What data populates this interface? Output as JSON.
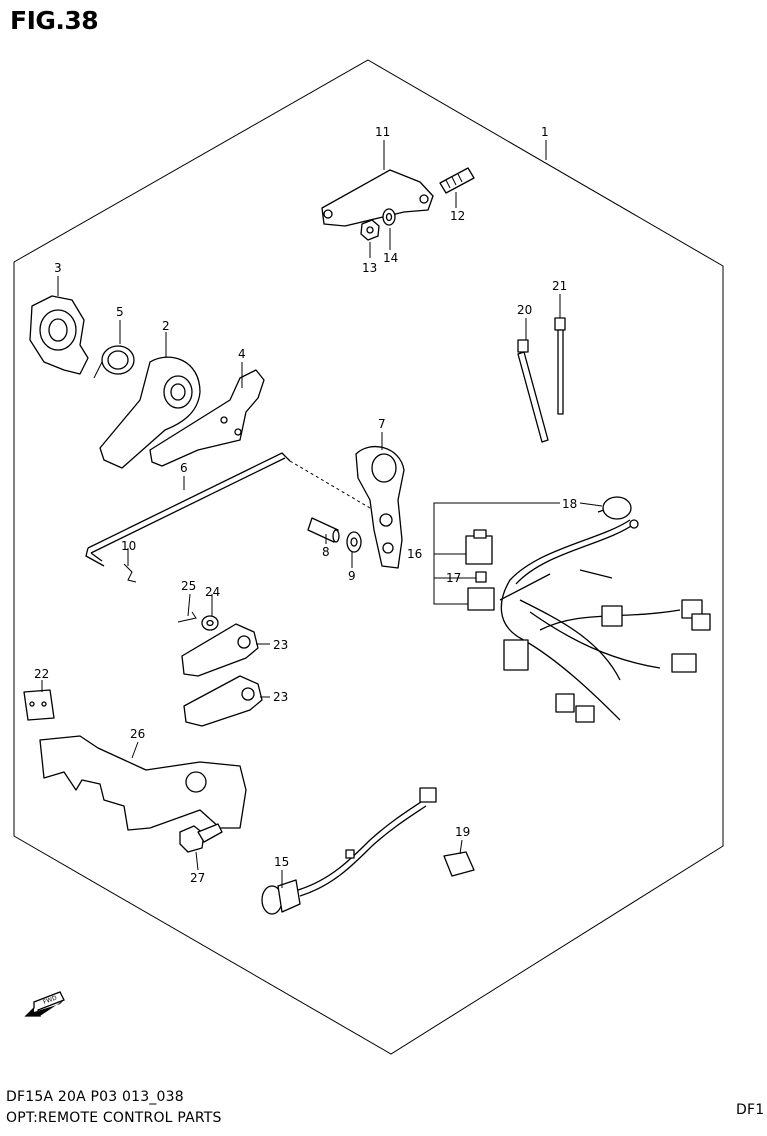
{
  "figure": {
    "title": "FIG.38"
  },
  "footer": {
    "code": "DF15A 20A P03 013_038",
    "name": "OPT:REMOTE CONTROL PARTS",
    "right": "DF1"
  },
  "callouts": {
    "c1": "1",
    "c2": "2",
    "c3": "3",
    "c4": "4",
    "c5": "5",
    "c6": "6",
    "c7": "7",
    "c8": "8",
    "c9": "9",
    "c10": "10",
    "c11": "11",
    "c12": "12",
    "c13": "13",
    "c14": "14",
    "c15": "15",
    "c16": "16",
    "c17": "17",
    "c18": "18",
    "c19": "19",
    "c20": "20",
    "c21": "21",
    "c22": "22",
    "c23a": "23",
    "c23b": "23",
    "c24": "24",
    "c25": "25",
    "c26": "26",
    "c27": "27"
  },
  "fwd_label": "FWD"
}
